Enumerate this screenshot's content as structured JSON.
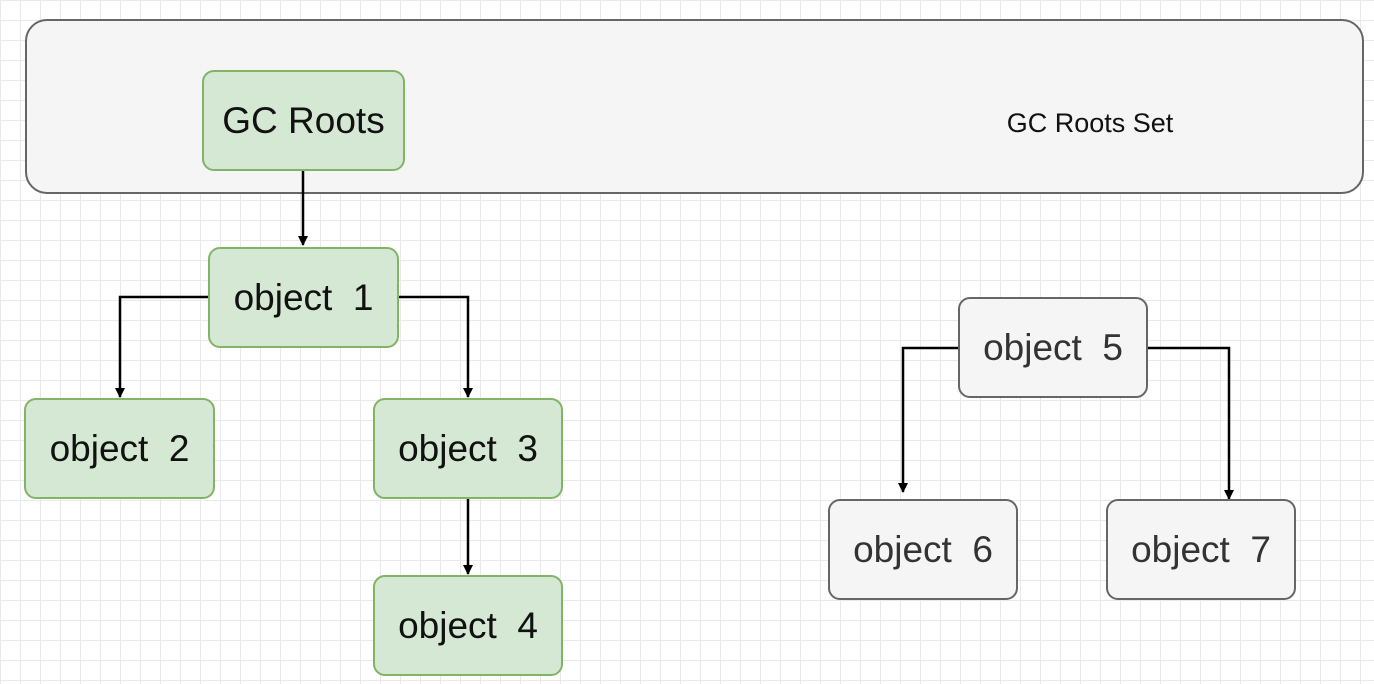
{
  "diagram": {
    "roots_set_label": "GC Roots Set",
    "nodes": {
      "gc_roots": "GC Roots",
      "object_1": "object  1",
      "object_2": "object  2",
      "object_3": "object  3",
      "object_4": "object  4",
      "object_5": "object  5",
      "object_6": "object  6",
      "object_7": "object  7"
    },
    "edges": [
      {
        "from": "GC Roots",
        "to": "object 1"
      },
      {
        "from": "object 1",
        "to": "object 2"
      },
      {
        "from": "object 1",
        "to": "object 3"
      },
      {
        "from": "object 3",
        "to": "object 4"
      },
      {
        "from": "object 5",
        "to": "object 6"
      },
      {
        "from": "object 5",
        "to": "object 7"
      }
    ],
    "colors": {
      "reachable_fill": "#d5e8d4",
      "reachable_stroke": "#82b366",
      "unreachable_fill": "#f5f5f5",
      "unreachable_stroke": "#666666",
      "edge": "#000000"
    }
  }
}
